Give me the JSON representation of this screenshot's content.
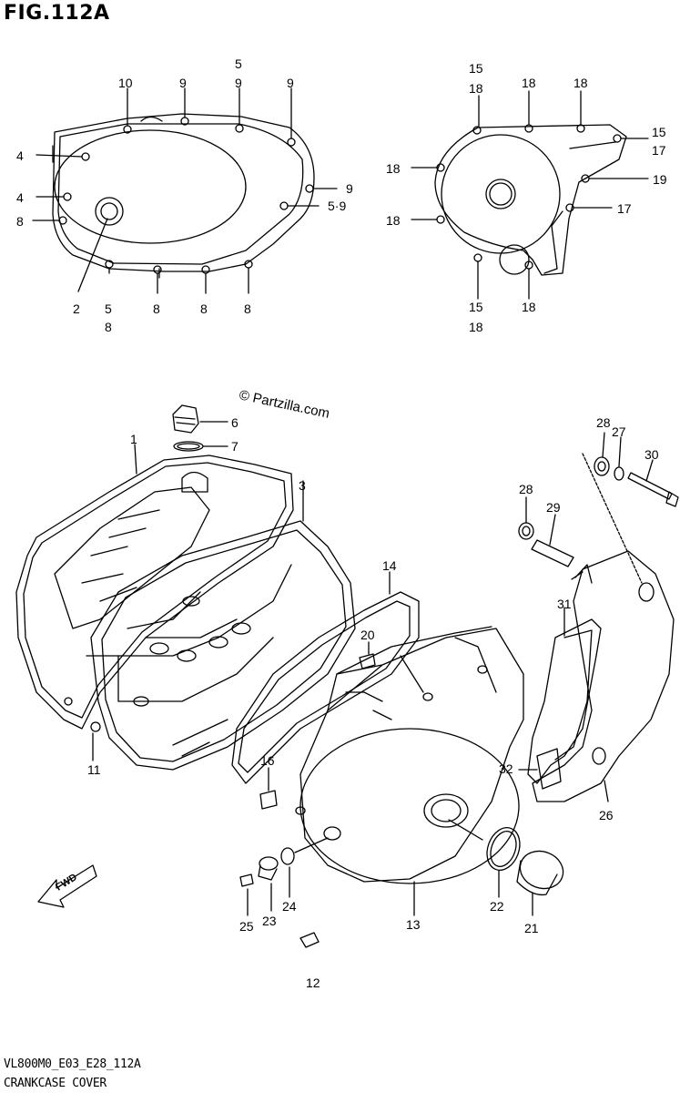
{
  "figure": {
    "title": "FIG.112A"
  },
  "footer": {
    "code": "VL800M0_E03_E28_112A",
    "caption": "CRANKCASE COVER"
  },
  "watermark": "© Partzilla.com",
  "fwd_label": "FWD",
  "callouts": {
    "c1": "1",
    "c2": "2",
    "c3": "3",
    "c4": "4",
    "c4b": "4",
    "c5": "5",
    "c5b": "5",
    "c6": "6",
    "c7": "7",
    "c8a": "8",
    "c8b": "8",
    "c8c": "8",
    "c8d": "8",
    "c8e": "8",
    "c9a": "9",
    "c9b": "9",
    "c9c": "9",
    "c9d": "9",
    "c59": "5·9",
    "c10": "10",
    "c11": "11",
    "c12": "12",
    "c13": "13",
    "c14": "14",
    "c15a": "15",
    "c15b": "15",
    "c15c": "15",
    "c16": "16",
    "c17a": "17",
    "c17b": "17",
    "c18a": "18",
    "c18b": "18",
    "c18c": "18",
    "c18d": "18",
    "c18e": "18",
    "c18f": "18",
    "c18g": "18",
    "c19": "19",
    "c20": "20",
    "c21": "21",
    "c22": "22",
    "c23": "23",
    "c24": "24",
    "c25": "25",
    "c26": "26",
    "c27": "27",
    "c28a": "28",
    "c28b": "28",
    "c29": "29",
    "c30": "30",
    "c31": "31",
    "c32": "32"
  }
}
